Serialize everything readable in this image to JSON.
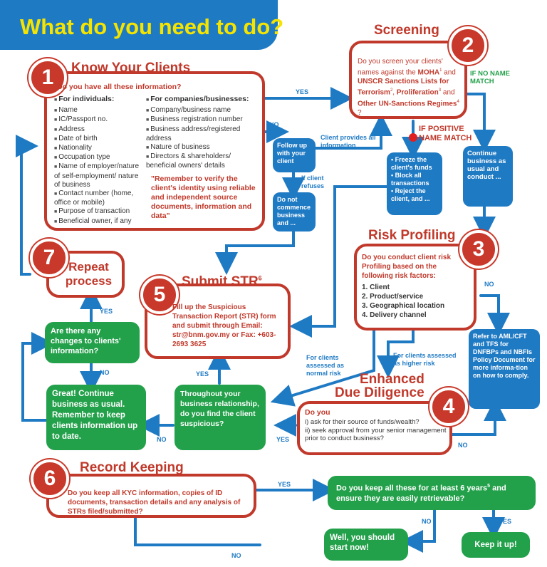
{
  "title": "What do you need to do?",
  "step1": {
    "num": "1",
    "heading": "Know Your Clients",
    "question": "Do you have all these information?",
    "individuals_label": "For individuals:",
    "individuals": [
      "Name",
      "IC/Passport no.",
      "Address",
      "Date of birth",
      "Nationality",
      "Occupation type",
      "Name of employer/nature of self-employment/ nature of business",
      "Contact number (home, office or mobile)",
      "Purpose of transaction",
      "Beneficial owner, if any"
    ],
    "companies_label": "For companies/businesses:",
    "companies": [
      "Company/business name",
      "Business registration number",
      "Business address/registered address",
      "Nature of business",
      "Directors & shareholders/ beneficial owners' details"
    ],
    "reminder": "\"Remember to verify the client's identity using reliable and independent source documents, information and data\""
  },
  "step2": {
    "num": "2",
    "heading": "Screening",
    "q_a": "Do you screen your clients' names against the ",
    "moha": "MOHA",
    "q_b": " and ",
    "unscr": "UNSCR Sanctions Lists for Terrorism",
    "q_c": ", ",
    "prolif": "Proliferation",
    "q_d": " and ",
    "other": "Other UN-Sanctions Regimes",
    "q_e": " ?",
    "sup1": "1",
    "sup2": "2",
    "sup3": "3",
    "sup4": "4",
    "no_match": "IF NO NAME MATCH",
    "positive_match": "IF POSITIVE NAME MATCH"
  },
  "step3": {
    "num": "3",
    "heading": "Risk Profiling",
    "question": "Do you conduct client risk Profiling based on the following risk factors:",
    "factors": [
      "1. Client",
      "2. Product/service",
      "3. Geographical location",
      "4. Delivery channel"
    ]
  },
  "step4": {
    "num": "4",
    "heading_a": "Enhanced",
    "heading_b": "Due Diligence",
    "do_you": "Do you",
    "items": [
      "i)  ask for their source of funds/wealth?",
      "ii) seek approval from your senior management prior to conduct business?"
    ]
  },
  "step5": {
    "num": "5",
    "heading": "Submit STR",
    "sup": "6",
    "text": "Fill up the Suspicious Transaction Report (STR) form and submit through Email: str@bnm.gov.my or Fax: +603-2693 3625"
  },
  "step6": {
    "num": "6",
    "heading": "Record Keeping",
    "question": "Do you keep all KYC information, copies of ID documents, transaction details and any analysis of STRs filed/submitted?"
  },
  "step7": {
    "num": "7",
    "heading": "Repeat process"
  },
  "green": {
    "changes": "Are there any changes to clients' information?",
    "continue": "Great! Continue business as usual. Remember to keep clients information up to date.",
    "suspicious": "Throughout your business relationship, do you find the client suspicious?",
    "six_years_a": "Do you keep all these for at least 6 years",
    "six_years_sup": "5",
    "six_years_b": "and ensure they are easily retrievable?",
    "should_start": "Well, you should start now!",
    "keep_it_up": "Keep it up!"
  },
  "blue": {
    "follow_up": "Follow up with your client",
    "do_not_commence": "Do not commence business and ...",
    "freeze": [
      "Freeze the client's funds",
      "Block all transactions",
      "Reject the client, and ..."
    ],
    "continue_business": "Continue business as usual and conduct ...",
    "refer": "Refer to AML/CFT and TFS for DNFBPs and NBFIs Policy Document for more informa-tion on how to comply."
  },
  "labels": {
    "yes": "YES",
    "no": "NO",
    "client_provides": "Client provides all information",
    "if_client_refuses": "If client refuses",
    "normal_risk": "For clients assessed as normal risk",
    "higher_risk": "For clients assessed as higher risk"
  },
  "colors": {
    "red": "#c0392b",
    "green": "#23a04a",
    "blue": "#1f7ac4",
    "yellow": "#f5e400"
  }
}
